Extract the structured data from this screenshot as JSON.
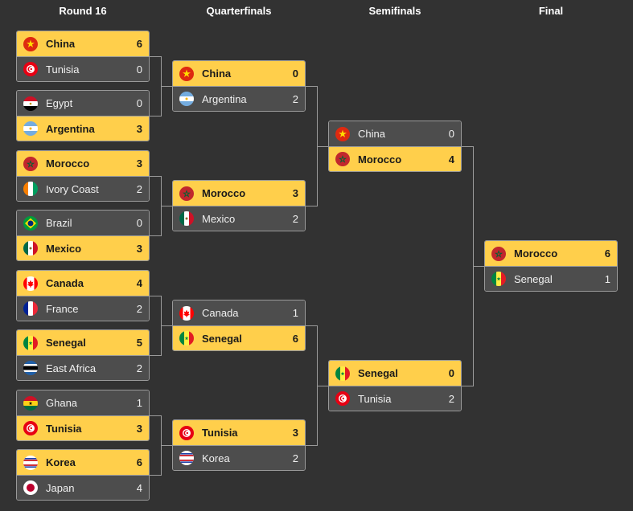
{
  "rounds": [
    "Round 16",
    "Quarterfinals",
    "Semifinals",
    "Final"
  ],
  "r16": [
    {
      "t1": {
        "name": "China",
        "score": "6",
        "flag": "china",
        "win": true
      },
      "t2": {
        "name": "Tunisia",
        "score": "0",
        "flag": "tunisia",
        "win": false
      }
    },
    {
      "t1": {
        "name": "Egypt",
        "score": "0",
        "flag": "egypt",
        "win": false
      },
      "t2": {
        "name": "Argentina",
        "score": "3",
        "flag": "argentina",
        "win": true
      }
    },
    {
      "t1": {
        "name": "Morocco",
        "score": "3",
        "flag": "morocco",
        "win": true
      },
      "t2": {
        "name": "Ivory Coast",
        "score": "2",
        "flag": "ivory-coast",
        "win": false
      }
    },
    {
      "t1": {
        "name": "Brazil",
        "score": "0",
        "flag": "brazil",
        "win": false
      },
      "t2": {
        "name": "Mexico",
        "score": "3",
        "flag": "mexico",
        "win": true
      }
    },
    {
      "t1": {
        "name": "Canada",
        "score": "4",
        "flag": "canada",
        "win": true
      },
      "t2": {
        "name": "France",
        "score": "2",
        "flag": "france",
        "win": false
      }
    },
    {
      "t1": {
        "name": "Senegal",
        "score": "5",
        "flag": "senegal",
        "win": true
      },
      "t2": {
        "name": "East Africa",
        "score": "2",
        "flag": "east-africa",
        "win": false
      }
    },
    {
      "t1": {
        "name": "Ghana",
        "score": "1",
        "flag": "ghana",
        "win": false
      },
      "t2": {
        "name": "Tunisia",
        "score": "3",
        "flag": "tunisia",
        "win": true
      }
    },
    {
      "t1": {
        "name": "Korea",
        "score": "6",
        "flag": "korea",
        "win": true
      },
      "t2": {
        "name": "Japan",
        "score": "4",
        "flag": "japan",
        "win": false
      }
    }
  ],
  "qf": [
    {
      "t1": {
        "name": "China",
        "score": "0",
        "flag": "china",
        "win": true
      },
      "t2": {
        "name": "Argentina",
        "score": "2",
        "flag": "argentina",
        "win": false
      }
    },
    {
      "t1": {
        "name": "Morocco",
        "score": "3",
        "flag": "morocco",
        "win": true
      },
      "t2": {
        "name": "Mexico",
        "score": "2",
        "flag": "mexico",
        "win": false
      }
    },
    {
      "t1": {
        "name": "Canada",
        "score": "1",
        "flag": "canada",
        "win": false
      },
      "t2": {
        "name": "Senegal",
        "score": "6",
        "flag": "senegal",
        "win": true
      }
    },
    {
      "t1": {
        "name": "Tunisia",
        "score": "3",
        "flag": "tunisia",
        "win": true
      },
      "t2": {
        "name": "Korea",
        "score": "2",
        "flag": "korea",
        "win": false
      }
    }
  ],
  "sf": [
    {
      "t1": {
        "name": "China",
        "score": "0",
        "flag": "china",
        "win": false
      },
      "t2": {
        "name": "Morocco",
        "score": "4",
        "flag": "morocco",
        "win": true
      }
    },
    {
      "t1": {
        "name": "Senegal",
        "score": "0",
        "flag": "senegal",
        "win": true
      },
      "t2": {
        "name": "Tunisia",
        "score": "2",
        "flag": "tunisia",
        "win": false
      }
    }
  ],
  "final": [
    {
      "t1": {
        "name": "Morocco",
        "score": "6",
        "flag": "morocco",
        "win": true
      },
      "t2": {
        "name": "Senegal",
        "score": "1",
        "flag": "senegal",
        "win": false
      }
    }
  ],
  "colors": {
    "background": "#323232",
    "winner_row": "#ffcf4b",
    "loser_row": "#4d4d4d",
    "border": "#9a9a9a"
  }
}
